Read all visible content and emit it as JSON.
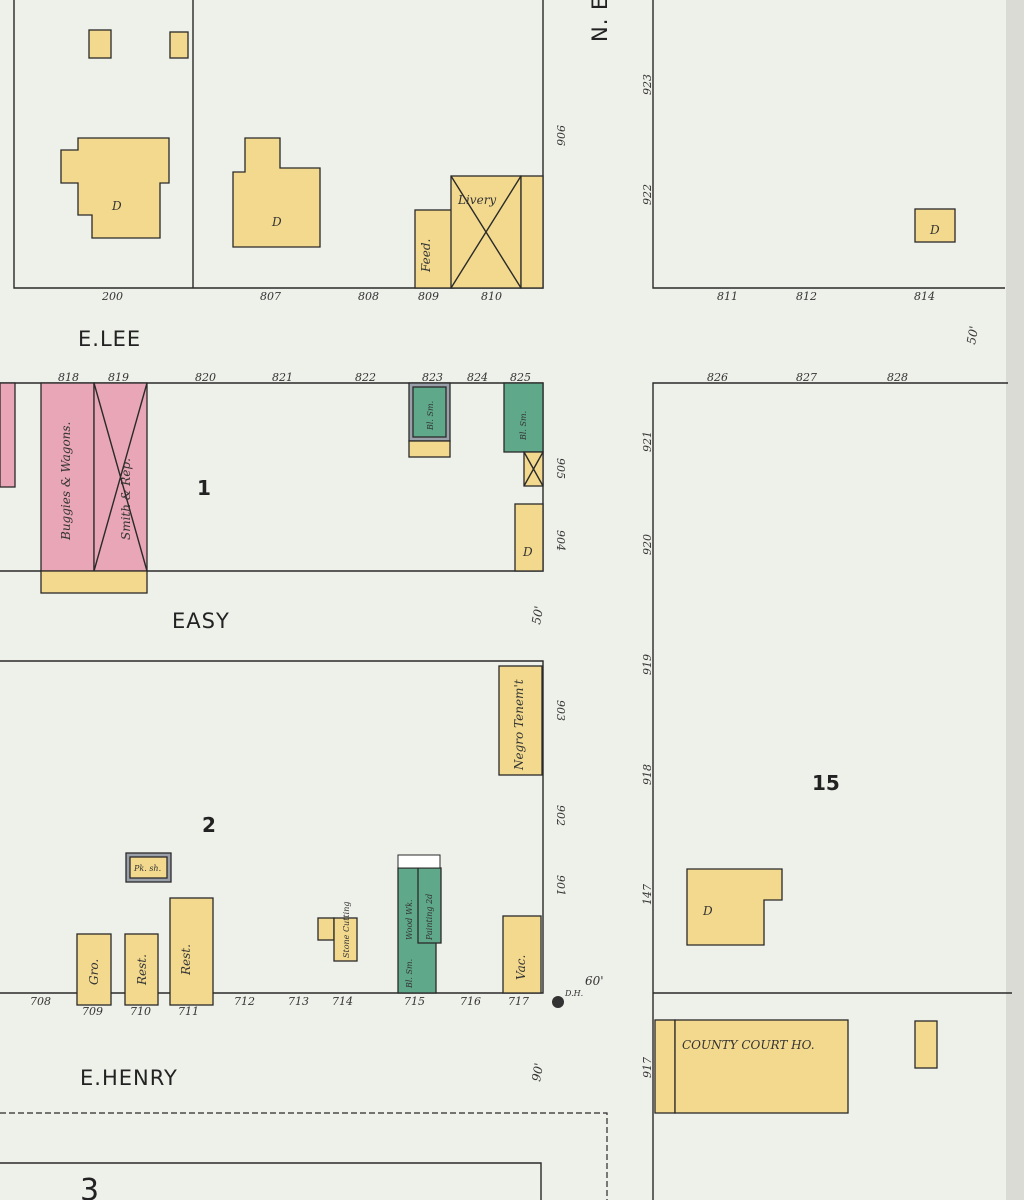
{
  "streets": {
    "top_right": "N. E",
    "lee": "E.LEE",
    "easy": "EASY",
    "henry": "E.HENRY"
  },
  "blocks": {
    "b1": "1",
    "b2": "2",
    "b3": "3",
    "b15": "15"
  },
  "widths": {
    "lee": "50'",
    "easy": "50'",
    "henry_corner": "60'",
    "henry": "90'"
  },
  "top_numbers": [
    "200",
    "807",
    "808",
    "809",
    "810",
    "811",
    "812",
    "814"
  ],
  "top_side_numbers": [
    "906",
    "923",
    "922"
  ],
  "lee_numbers": [
    "818",
    "819",
    "820",
    "821",
    "822",
    "823",
    "824",
    "825",
    "826",
    "827",
    "828"
  ],
  "block1_side": [
    "905",
    "904"
  ],
  "right_side": [
    "921",
    "920",
    "919",
    "918",
    "147",
    "917"
  ],
  "block2_side": [
    "903",
    "902",
    "901"
  ],
  "henry_numbers": [
    "708",
    "709",
    "710",
    "711",
    "712",
    "713",
    "714",
    "715",
    "716",
    "717"
  ],
  "labels": {
    "dwelling": "D",
    "feed": "Feed.",
    "livery": "Livery",
    "buggies": "Buggies & Wagons.",
    "smith": "Smith & Rep.",
    "bl_sm_1": "Bl. Sm.",
    "bl_sm_2": "Bl. Sm.",
    "negro_tenem": "Negro Tenem't",
    "pk_sh": "Pk. sh.",
    "gro": "Gro.",
    "rest1": "Rest.",
    "rest2": "Rest.",
    "stone": "Stone Cutting",
    "wood": "Wood Wk.",
    "painting": "Painting 2d",
    "bl_sm_3": "Bl. Sm.",
    "vac": "Vac.",
    "dh": "D.H.",
    "court": "COUNTY COURT HO."
  }
}
